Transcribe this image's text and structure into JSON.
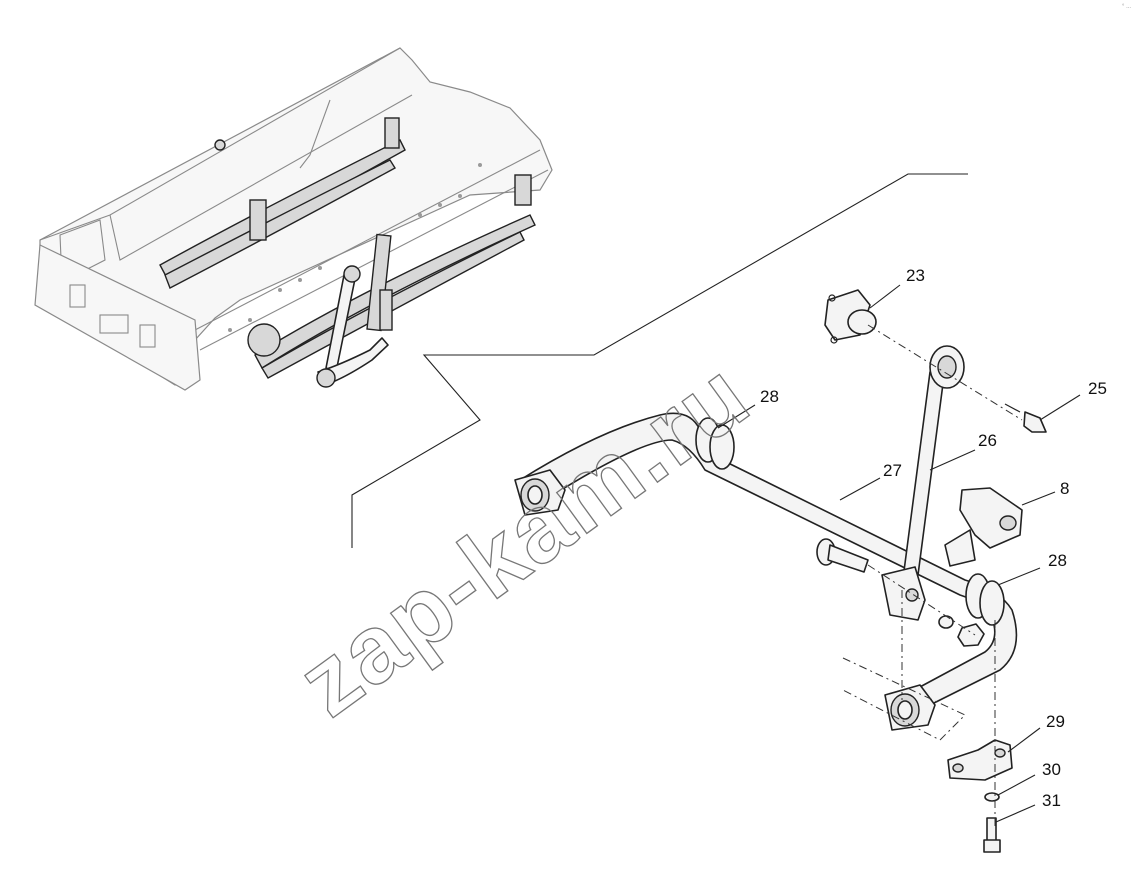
{
  "watermark": "zap-kam.ru",
  "corner_mark": "° ...",
  "callouts": [
    {
      "id": "23",
      "label": "23"
    },
    {
      "id": "25",
      "label": "25"
    },
    {
      "id": "26",
      "label": "26"
    },
    {
      "id": "27",
      "label": "27"
    },
    {
      "id": "28a",
      "label": "28"
    },
    {
      "id": "28b",
      "label": "28"
    },
    {
      "id": "8",
      "label": "8"
    },
    {
      "id": "29",
      "label": "29"
    },
    {
      "id": "30",
      "label": "30"
    },
    {
      "id": "31",
      "label": "31"
    }
  ]
}
